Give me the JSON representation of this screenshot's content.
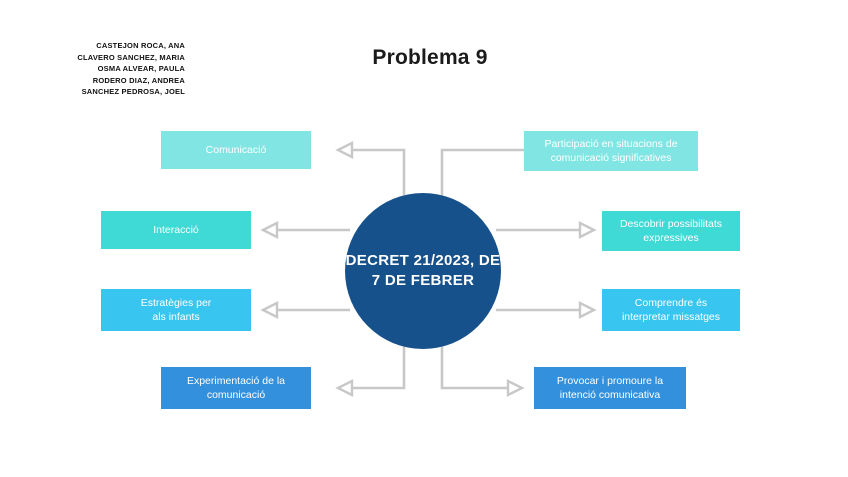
{
  "authors": [
    "CASTEJON ROCA, ANA",
    "CLAVERO SANCHEZ, MARIA",
    "OSMA ALVEAR, PAULA",
    "RODERO DIAZ, ANDREA",
    "SANCHEZ PEDROSA, JOEL"
  ],
  "title": "Problema 9",
  "hub": {
    "line1": "DECRET",
    "line2": "21/2023, DE 7",
    "line3": "DE FEBRER",
    "color": "#17518b"
  },
  "nodes": {
    "left": [
      {
        "line1": "Comunicació",
        "line2": "",
        "color": "#81e6e3"
      },
      {
        "line1": "Interacció",
        "line2": "",
        "color": "#3fdad6"
      },
      {
        "line1": "Estratègies per",
        "line2": "als infants",
        "color": "#38c6f0"
      },
      {
        "line1": "Experimentació de la",
        "line2": "comunicació",
        "color": "#3290dc"
      }
    ],
    "right": [
      {
        "line1": "Participació en situacions de",
        "line2": "comunicació significatives",
        "color": "#81e6e3"
      },
      {
        "line1": "Descobrir possibilitats",
        "line2": "expressives",
        "color": "#3fdad6"
      },
      {
        "line1": "Comprendre és",
        "line2": "interpretar missatges",
        "color": "#38c6f0"
      },
      {
        "line1": "Provocar i promoure la",
        "line2": "intenció comunicativa",
        "color": "#3290dc"
      }
    ]
  },
  "connector_color": "#c8c8c8",
  "background_color": "#ffffff"
}
